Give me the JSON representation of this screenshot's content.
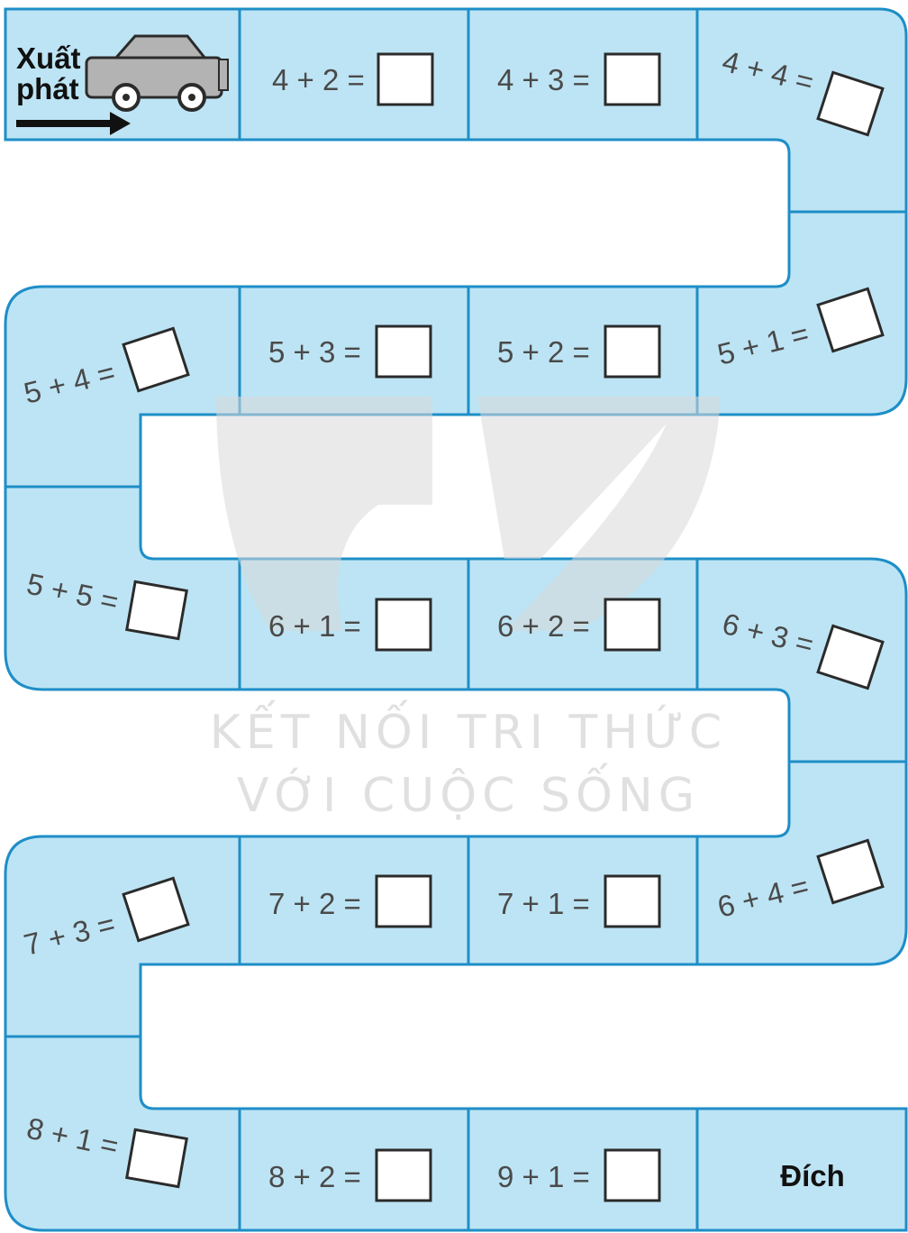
{
  "start": {
    "line1": "Xuất",
    "line2": "phát"
  },
  "finish": "Đích",
  "watermark": {
    "line1": "KẾT NỐI TRI THỨC",
    "line2": "VỚI CUỘC SỐNG"
  },
  "exercises": [
    "4 + 2 =",
    "4 + 3 =",
    "4 + 4 =",
    "5 + 1 =",
    "5 + 2 =",
    "5 + 3 =",
    "5 + 4 =",
    "5 + 5 =",
    "6 + 1 =",
    "6 + 2 =",
    "6 + 3 =",
    "6 + 4 =",
    "7 + 1 =",
    "7 + 2 =",
    "7 + 3 =",
    "8 + 1 =",
    "8 + 2 =",
    "9 + 1 ="
  ],
  "colors": {
    "cell": "#bde4f4",
    "border": "#1e8ec7",
    "track_gap": "#ffffff"
  }
}
